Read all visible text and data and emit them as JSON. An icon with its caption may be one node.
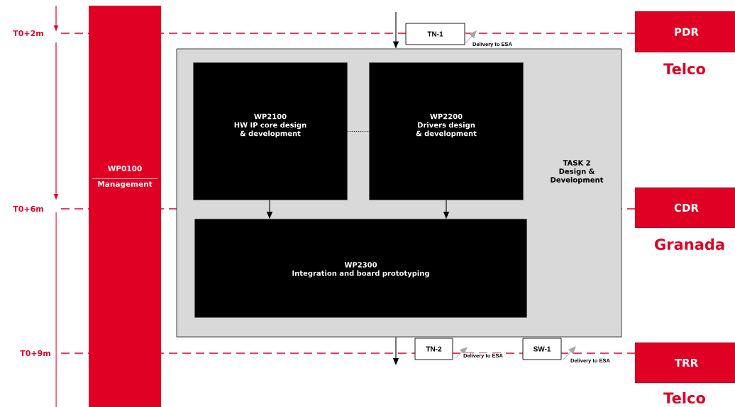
{
  "diagram": {
    "nodes": [
      {
        "text": [
          "WP0100",
          "Management"
        ]
      },
      {
        "text": [
          "TASK 2",
          "Design & Development"
        ]
      },
      {
        "text": [
          "WP2100",
          "HW IP core design & development"
        ],
        "in": 1
      },
      {
        "text": [
          "WP2200",
          "Drivers design & development"
        ],
        "in": 1
      },
      {
        "text": [
          "WP2300",
          "Integration and board prototyping"
        ],
        "in": 1
      },
      {
        "text": [
          "TN-1"
        ]
      },
      {
        "text": [
          "TN-2"
        ]
      },
      {
        "text": [
          "SW-1"
        ]
      },
      {
        "text": [
          "PDR"
        ],
        "beside": [
          "Telco"
        ]
      },
      {
        "text": [
          "CDR"
        ],
        "beside": [
          "Granada"
        ]
      },
      {
        "text": [
          "TRR"
        ],
        "beside": [
          "Telco"
        ]
      }
    ],
    "edges": [
      {
        "from": 2,
        "to": 3,
        "arrow": "none",
        "style": "dashed"
      },
      {
        "from": 2,
        "to": 4,
        "arrow": "to"
      },
      {
        "from": 3,
        "to": 4,
        "arrow": "to"
      },
      {
        "from": null,
        "to": 1,
        "arrow": "to"
      },
      {
        "from": 1,
        "to": null,
        "arrow": "to"
      },
      {
        "from": 5,
        "to": null,
        "arrow": "to",
        "label": "Delivery to ESA",
        "color": "#a6a6a6"
      },
      {
        "from": 6,
        "to": null,
        "arrow": "to",
        "label": "Delivery to ESA",
        "color": "#a6a6a6"
      },
      {
        "from": 7,
        "to": null,
        "arrow": "to",
        "label": "Delivery to ESA",
        "color": "#a6a6a6"
      }
    ],
    "labels": [
      "T0+2m",
      "T0+6m",
      "T0+9m"
    ]
  }
}
